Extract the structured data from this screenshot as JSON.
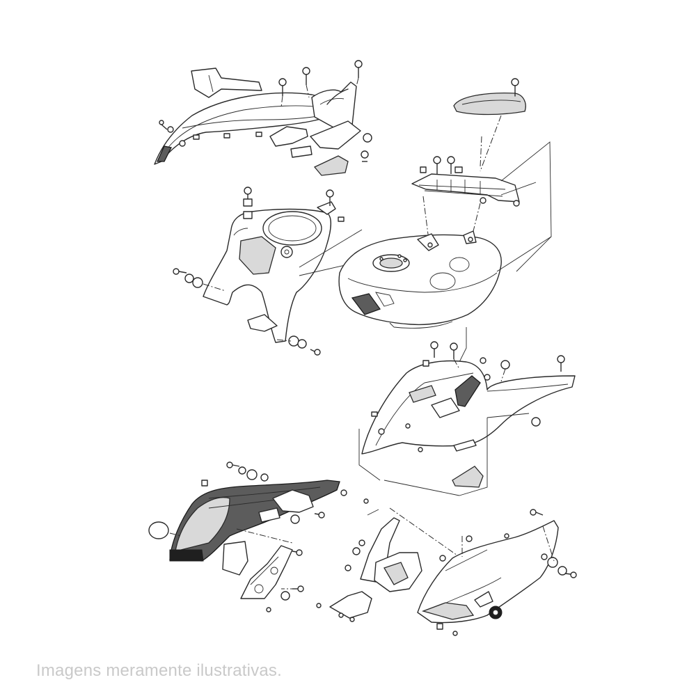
{
  "caption": "Imagens meramente ilustrativas.",
  "colors": {
    "background": "#ffffff",
    "line_art": "#2a2a2a",
    "highlighted_part": "#5c5c5c",
    "caption_text": "#c9c9c9"
  },
  "parts": [
    {
      "name": "front-upper-cowl"
    },
    {
      "name": "meter-visor"
    },
    {
      "name": "fuel-tank-cover"
    },
    {
      "name": "meter-bracket"
    },
    {
      "name": "fuel-tank"
    },
    {
      "name": "side-cowl"
    },
    {
      "name": "air-duct-panel",
      "highlighted": true
    },
    {
      "name": "inner-panel"
    },
    {
      "name": "under-cowl"
    }
  ]
}
